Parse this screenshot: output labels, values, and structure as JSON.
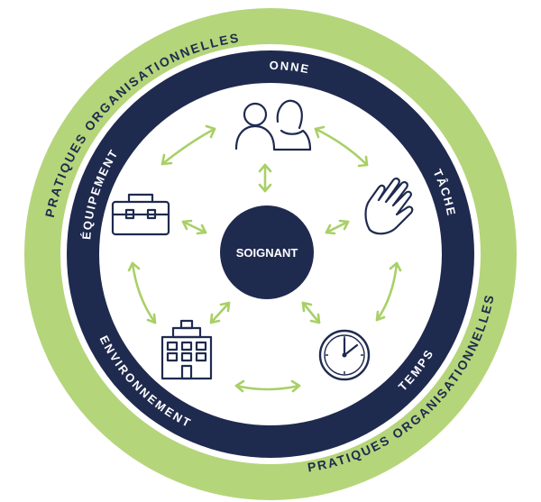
{
  "diagram": {
    "center_label": "SOIGNANT",
    "outer_ring_label_top": "PRATIQUES ORGANISATIONNELLES",
    "outer_ring_label_bottom": "PRATIQUES ORGANISATIONNELLES",
    "inner_ring_labels": {
      "personne": "PERSONNE",
      "tache": "TÂCHE",
      "temps": "TEMPS",
      "environnement": "ENVIRONNEMENT",
      "equipement": "ÉQUIPEMENT"
    },
    "icons": {
      "personne": "people-icon",
      "tache": "hand-icon",
      "temps": "clock-icon",
      "environnement": "building-icon",
      "equipement": "toolbox-icon"
    },
    "colors": {
      "outer_ring": "#b5d57a",
      "inner_ring": "#1f2a4f",
      "center": "#1f2a4f",
      "arrows": "#a8d066"
    }
  }
}
